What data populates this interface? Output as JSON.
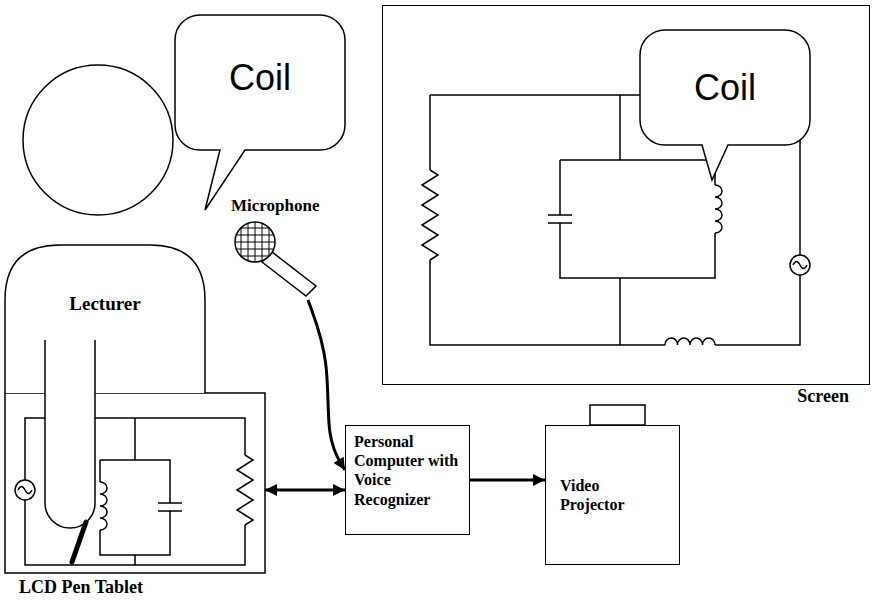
{
  "diagram": {
    "nodes": [
      {
        "text": [
          "Lecturer"
        ]
      },
      {
        "text": [
          "Coil"
        ]
      },
      {
        "text": [
          "Microphone"
        ]
      },
      {
        "text": [
          "Screen"
        ]
      },
      {
        "text": [
          "Coil"
        ],
        "in": 3
      },
      {
        "text": [
          "LCD Pen Tablet"
        ]
      },
      {
        "text": [
          "Personal Computer with Voice Recognizer"
        ]
      },
      {
        "text": [
          "Video Projector"
        ]
      }
    ],
    "edges": [
      {
        "from": 2,
        "to": 6,
        "arrow": "to"
      },
      {
        "from": 5,
        "to": 6,
        "arrow": "both"
      },
      {
        "from": 6,
        "to": 7,
        "arrow": "to"
      }
    ]
  }
}
